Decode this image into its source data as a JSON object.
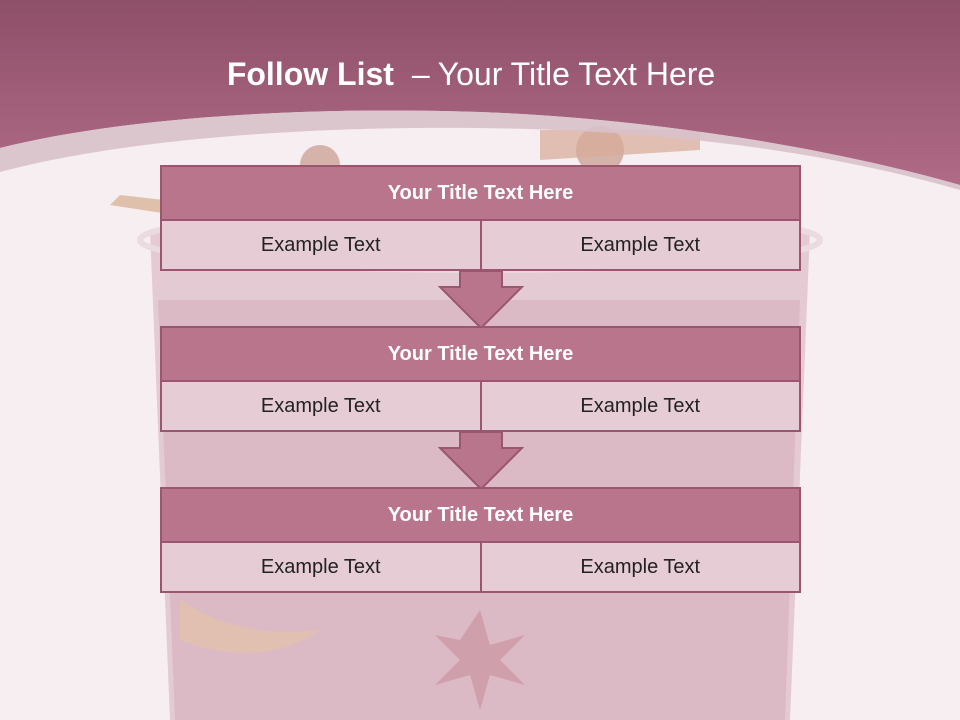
{
  "slide": {
    "title_bold": "Follow List",
    "title_dash": "–",
    "title_rest": "Your Title Text Here"
  },
  "blocks": [
    {
      "title": "Your Title Text Here",
      "left": "Example Text",
      "right": "Example Text"
    },
    {
      "title": "Your Title Text Here",
      "left": "Example Text",
      "right": "Example Text"
    },
    {
      "title": "Your Title Text Here",
      "left": "Example Text",
      "right": "Example Text"
    }
  ],
  "colors": {
    "header": "#a65f7c",
    "block_title": "#b9758b",
    "block_cell": "#e6ccd5",
    "border": "#9b5570"
  }
}
